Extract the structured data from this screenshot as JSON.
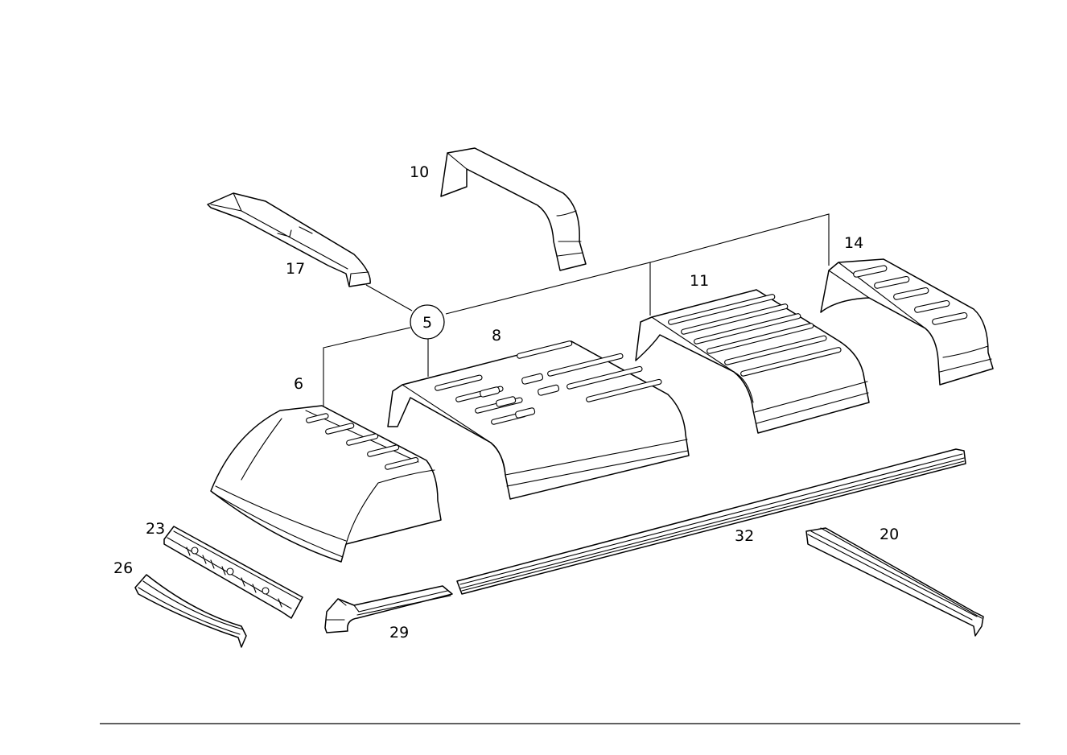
{
  "callouts": {
    "c5": "5",
    "c6": "6",
    "c8": "8",
    "c10": "10",
    "c11": "11",
    "c14": "14",
    "c17": "17",
    "c20": "20",
    "c23": "23",
    "c26": "26",
    "c29": "29",
    "c32": "32"
  }
}
